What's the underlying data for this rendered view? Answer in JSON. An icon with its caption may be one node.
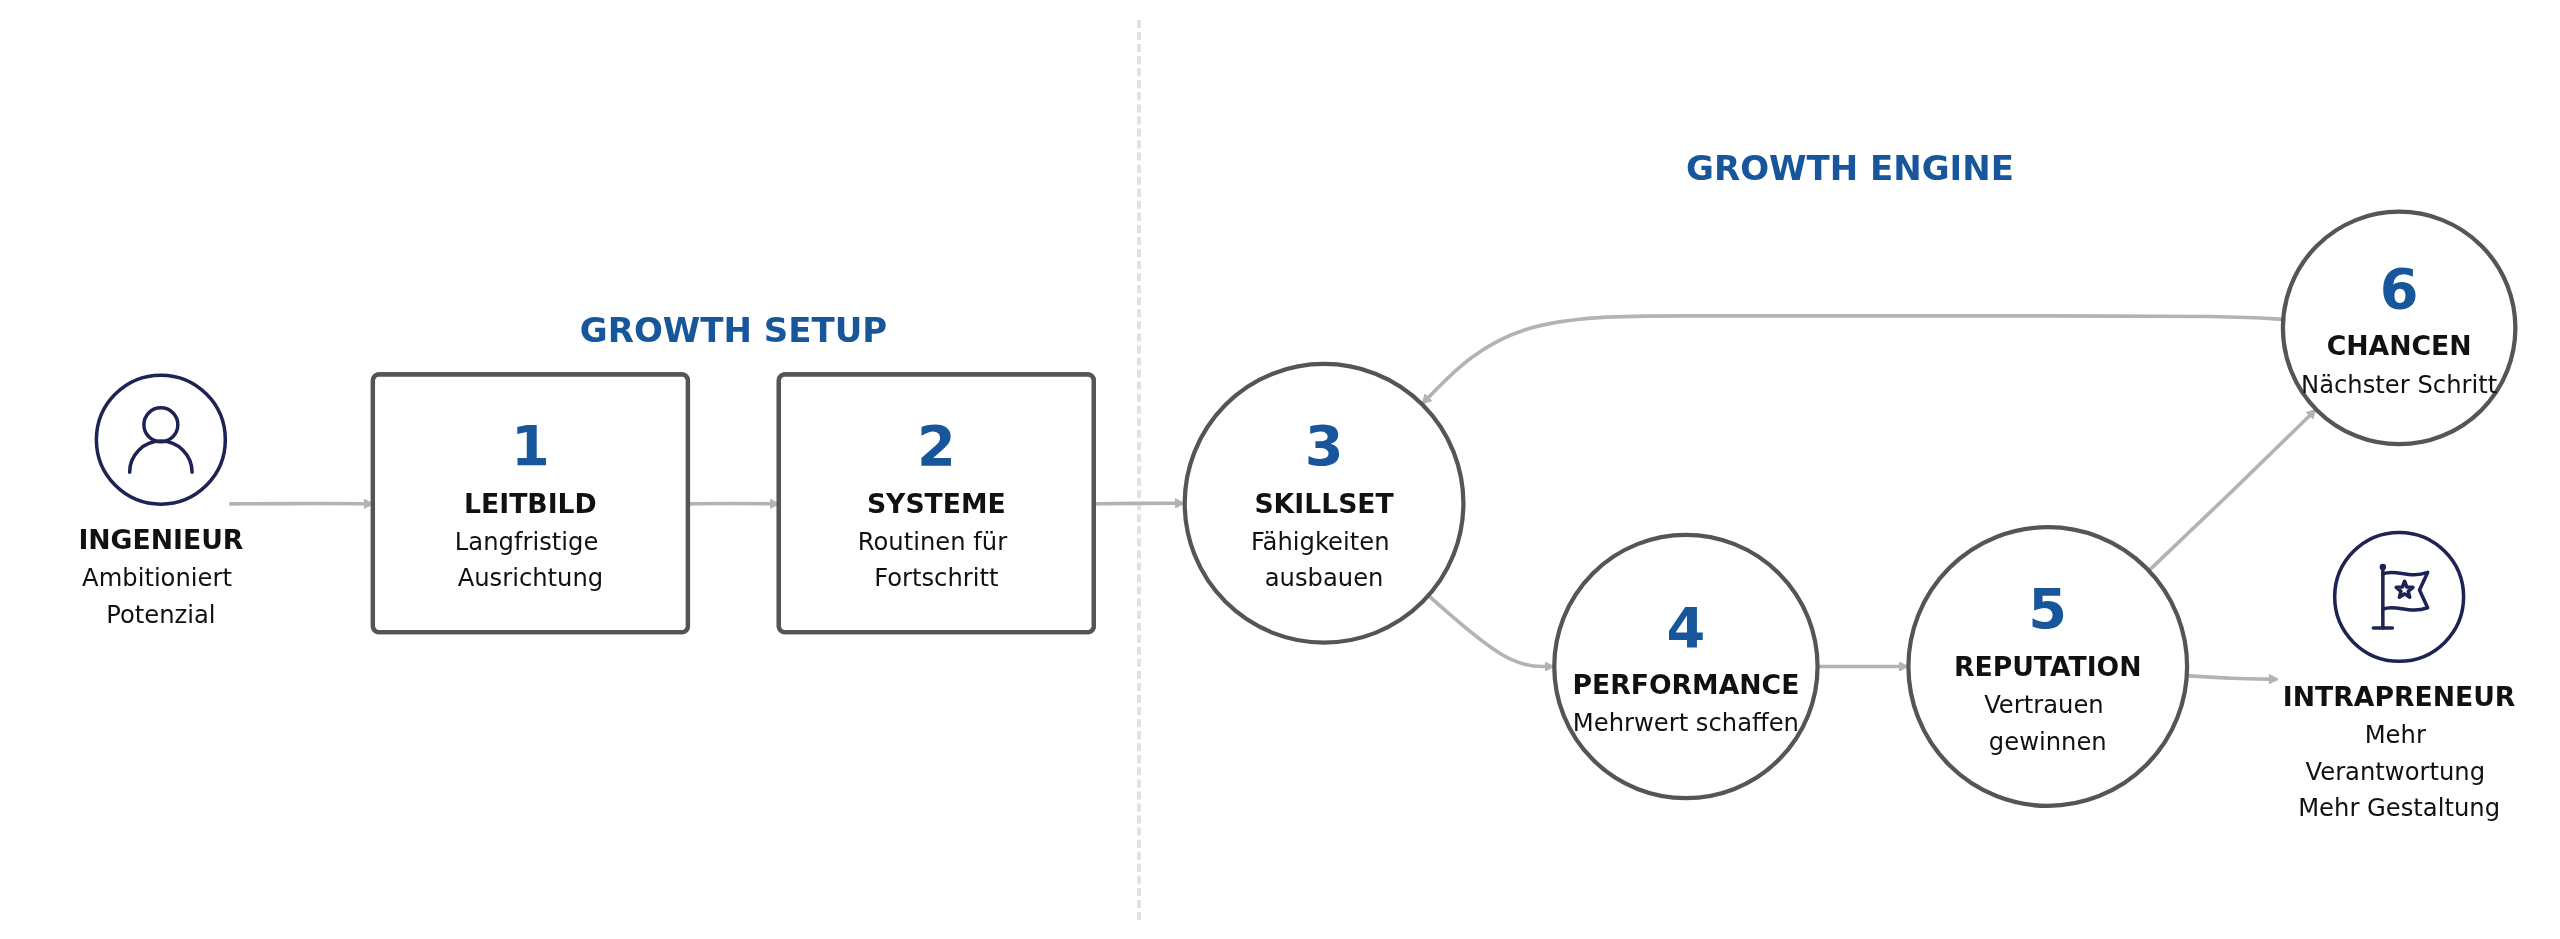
{
  "diagram": {
    "nodes": [
      {
        "text": [
          "INGENIEUR",
          "Ambitioniert Potenzial"
        ]
      },
      {
        "text": [
          "1",
          "LEITBILD",
          "Langfristige Ausrichtung"
        ]
      },
      {
        "text": [
          "2",
          "SYSTEME",
          "Routinen für Fortschritt"
        ]
      },
      {
        "text": [
          "3",
          "SKILLSET",
          "Fähigkeiten ausbauen"
        ]
      },
      {
        "text": [
          "4",
          "PERFORMANCE",
          "Mehrwert schaffen"
        ]
      },
      {
        "text": [
          "5",
          "REPUTATION",
          "Vertrauen gewinnen"
        ]
      },
      {
        "text": [
          "6",
          "CHANCEN",
          "Nächster Schritt"
        ]
      },
      {
        "text": [
          "INTRAPRENEUR",
          "Mehr Verantwortung Mehr Gestaltung"
        ]
      }
    ],
    "edges": [
      {
        "from": 0,
        "to": 1,
        "arrow": "to"
      },
      {
        "from": 1,
        "to": 2,
        "arrow": "to"
      },
      {
        "from": 2,
        "to": 3,
        "arrow": "to"
      },
      {
        "from": 3,
        "to": 4,
        "arrow": "to"
      },
      {
        "from": 4,
        "to": 5,
        "arrow": "to"
      },
      {
        "from": 5,
        "to": 6,
        "arrow": "to"
      },
      {
        "from": 6,
        "to": 3,
        "arrow": "to"
      },
      {
        "from": 5,
        "to": 7,
        "arrow": "to"
      }
    ],
    "labels": [
      "GROWTH SETUP",
      "GROWTH ENGINE"
    ]
  }
}
